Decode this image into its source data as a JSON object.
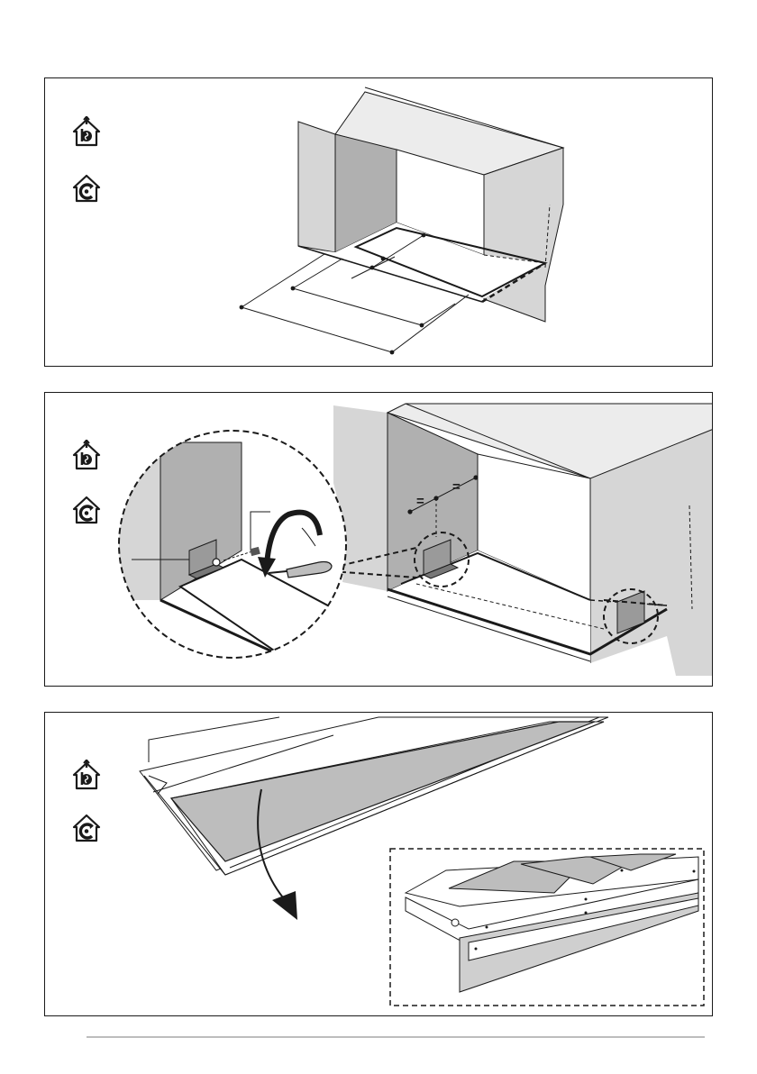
{
  "page": {
    "figures": [
      {
        "id": "step-1",
        "modes": [
          "ducted-icon",
          "recirculating-icon"
        ]
      },
      {
        "id": "step-2",
        "modes": [
          "ducted-icon",
          "recirculating-icon"
        ]
      },
      {
        "id": "step-3",
        "modes": [
          "ducted-icon",
          "recirculating-icon"
        ]
      }
    ]
  },
  "colors": {
    "wall_gray": "#d6d6d6",
    "wall_light": "#ececec",
    "cavity_dark": "#b0b0b0",
    "filter_gray": "#bdbdbd",
    "line": "#1a1a1a",
    "footer_rule": "#bdbdbd"
  }
}
